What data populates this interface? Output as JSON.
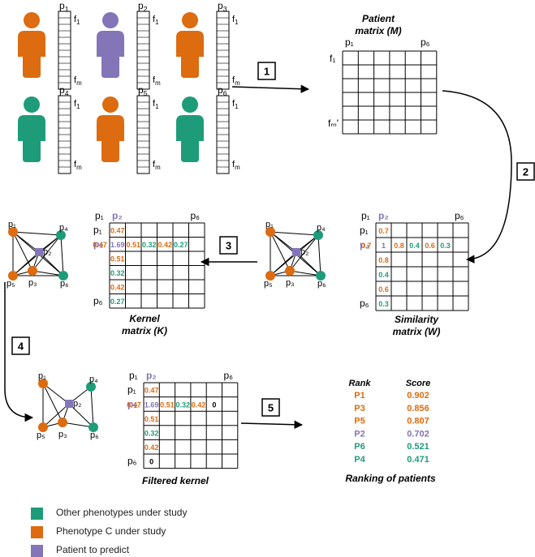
{
  "colors": {
    "orange": "#dd6b10",
    "purple": "#8474b8",
    "teal": "#1e9c7a",
    "black": "#000000"
  },
  "patients": [
    {
      "label": "p",
      "sub": "1",
      "color": "orange"
    },
    {
      "label": "p",
      "sub": "2",
      "color": "purple"
    },
    {
      "label": "p",
      "sub": "3",
      "color": "orange"
    },
    {
      "label": "p",
      "sub": "4",
      "color": "teal"
    },
    {
      "label": "p",
      "sub": "5",
      "color": "orange"
    },
    {
      "label": "p",
      "sub": "6",
      "color": "teal"
    }
  ],
  "feature_labels": {
    "top": "f",
    "top_sub": "1",
    "bottom": "f",
    "bottom_sub": "m"
  },
  "steps": [
    "1",
    "2",
    "3",
    "4",
    "5"
  ],
  "patient_matrix": {
    "title_line1": "Patient",
    "title_line2": "matrix (M)",
    "col_first": "p₁",
    "col_last": "p₆",
    "row_first": "f₁",
    "row_last": "fₘ'"
  },
  "similarity_matrix": {
    "title_line1": "Similarity",
    "title_line2": "matrix (W)",
    "col_labels": [
      "p₁",
      "p₂",
      "p₆"
    ],
    "row_labels": [
      "p₁",
      "p₂",
      "p₆"
    ],
    "row_values": [
      "0.7",
      "1",
      "0.8",
      "0.4",
      "0.6",
      "0.3"
    ],
    "col_values": [
      "0.7",
      "0.8",
      "0.4",
      "0.6",
      "0.3"
    ],
    "value_colors": [
      "orange",
      "purple",
      "orange",
      "teal",
      "orange",
      "teal"
    ],
    "col_value_colors": [
      "orange",
      "orange",
      "teal",
      "orange",
      "teal"
    ]
  },
  "kernel_matrix": {
    "title_line1": "Kernel",
    "title_line2": "matrix (K)",
    "col_labels": [
      "p₁",
      "p₂",
      "p₆"
    ],
    "row_labels": [
      "p₁",
      "p₂",
      "p₆"
    ],
    "row_values": [
      "0.47",
      "1.69",
      "0.51",
      "0.32",
      "0.42",
      "0.27"
    ],
    "col_values": [
      "0.47",
      "0.51",
      "0.32",
      "0.42",
      "0.27"
    ],
    "value_colors": [
      "orange",
      "purple",
      "orange",
      "teal",
      "orange",
      "teal"
    ],
    "col_value_colors": [
      "orange",
      "orange",
      "teal",
      "orange",
      "teal"
    ]
  },
  "filtered_kernel": {
    "title": "Filtered kernel",
    "col_labels": [
      "p₁",
      "p₂",
      "p₆"
    ],
    "row_labels": [
      "p₁",
      "p₂",
      "p₆"
    ],
    "row_values": [
      "0.47",
      "1.69",
      "0.51",
      "0.32",
      "0.42",
      "0"
    ],
    "col_values": [
      "0.47",
      "0.51",
      "0.32",
      "0.42",
      "0"
    ],
    "value_colors": [
      "orange",
      "purple",
      "orange",
      "teal",
      "orange",
      "black"
    ],
    "col_value_colors": [
      "orange",
      "orange",
      "teal",
      "orange",
      "black"
    ]
  },
  "ranking": {
    "title": "Ranking of patients",
    "header_rank": "Rank",
    "header_score": "Score",
    "rows": [
      {
        "rank": "P1",
        "score": "0.902",
        "color": "orange"
      },
      {
        "rank": "P3",
        "score": "0.856",
        "color": "orange"
      },
      {
        "rank": "P5",
        "score": "0.807",
        "color": "orange"
      },
      {
        "rank": "P2",
        "score": "0.702",
        "color": "purple"
      },
      {
        "rank": "P6",
        "score": "0.521",
        "color": "teal"
      },
      {
        "rank": "P4",
        "score": "0.471",
        "color": "teal"
      }
    ]
  },
  "graph_labels": [
    "p₁",
    "p₂",
    "p₃",
    "p₄",
    "p₅",
    "p₆"
  ],
  "legend": [
    {
      "label": "Other phenotypes under study",
      "color": "teal"
    },
    {
      "label": "Phenotype C under study",
      "color": "orange"
    },
    {
      "label": "Patient to predict",
      "color": "purple"
    }
  ]
}
